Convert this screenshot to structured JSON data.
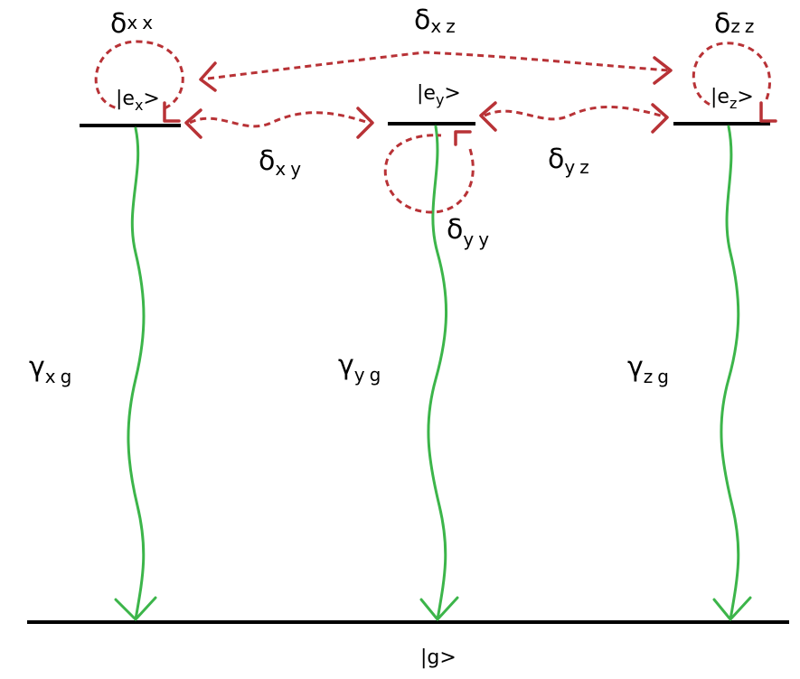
{
  "colors": {
    "decay": "#3cb54a",
    "coupling": "#b83236",
    "level": "#000000"
  },
  "states": {
    "ex": {
      "prefix": "|e",
      "sub": "x",
      "suffix": ">"
    },
    "ey": {
      "prefix": "|e",
      "sub": "y",
      "suffix": ">"
    },
    "ez": {
      "prefix": "|e",
      "sub": "z",
      "suffix": ">"
    },
    "g": "|g>"
  },
  "couplings": {
    "xx": {
      "sym": "δ",
      "sub": "xx"
    },
    "xz": {
      "sym": "δ",
      "sub": "xz"
    },
    "zz": {
      "sym": "δ",
      "sub": "zz"
    },
    "xy": {
      "sym": "δ",
      "sub": "xy"
    },
    "yz": {
      "sym": "δ",
      "sub": "yz"
    },
    "yy": {
      "sym": "δ",
      "sub": "yy"
    }
  },
  "decays": {
    "xg": {
      "sym": "γ",
      "sub": "xg"
    },
    "yg": {
      "sym": "γ",
      "sub": "yg"
    },
    "zg": {
      "sym": "γ",
      "sub": "zg"
    }
  }
}
